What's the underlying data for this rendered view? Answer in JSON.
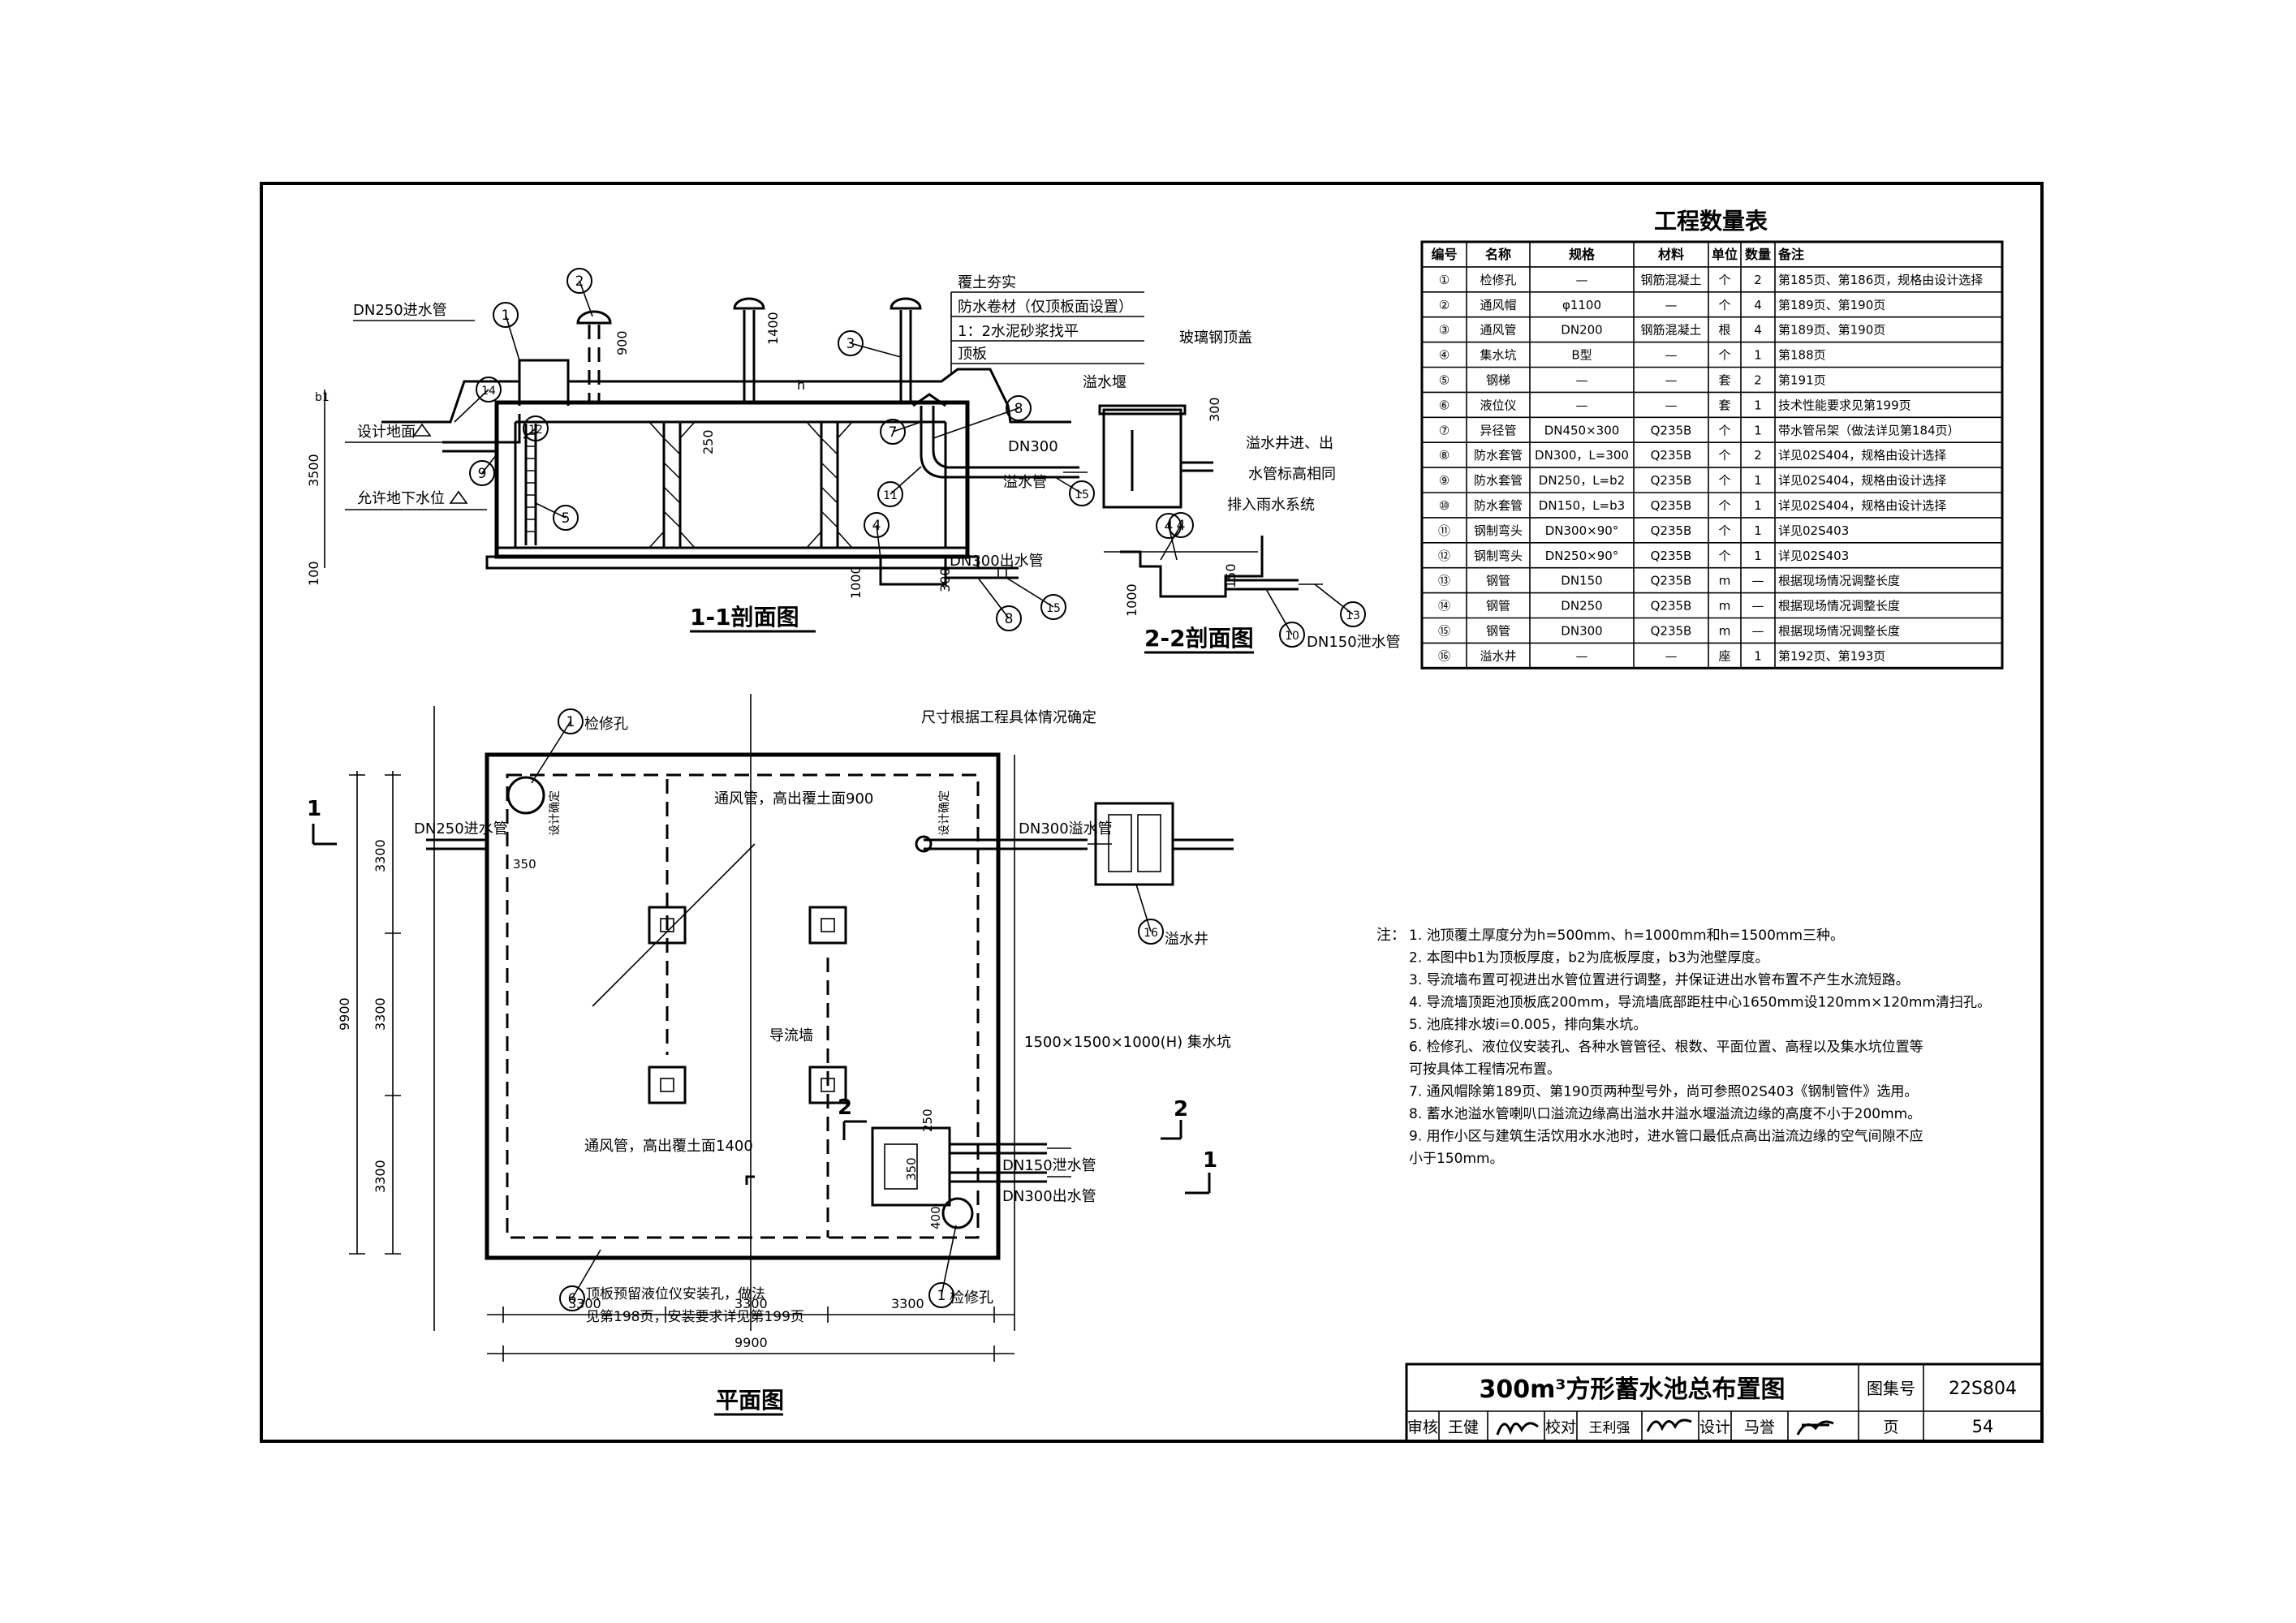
{
  "table": {
    "title": "工程数量表",
    "headers": [
      "编号",
      "名称",
      "规格",
      "材料",
      "单位",
      "数量",
      "备注"
    ],
    "rows": [
      [
        "①",
        "检修孔",
        "—",
        "钢筋混凝土",
        "个",
        "2",
        "第185页、第186页，规格由设计选择"
      ],
      [
        "②",
        "通风帽",
        "φ1100",
        "—",
        "个",
        "4",
        "第189页、第190页"
      ],
      [
        "③",
        "通风管",
        "DN200",
        "钢筋混凝土",
        "根",
        "4",
        "第189页、第190页"
      ],
      [
        "④",
        "集水坑",
        "B型",
        "—",
        "个",
        "1",
        "第188页"
      ],
      [
        "⑤",
        "钢梯",
        "—",
        "—",
        "套",
        "2",
        "第191页"
      ],
      [
        "⑥",
        "液位仪",
        "—",
        "—",
        "套",
        "1",
        "技术性能要求见第199页"
      ],
      [
        "⑦",
        "异径管",
        "DN450×300",
        "Q235B",
        "个",
        "1",
        "带水管吊架（做法详见第184页）"
      ],
      [
        "⑧",
        "防水套管",
        "DN300，L=300",
        "Q235B",
        "个",
        "2",
        "详见02S404，规格由设计选择"
      ],
      [
        "⑨",
        "防水套管",
        "DN250，L=b2",
        "Q235B",
        "个",
        "1",
        "详见02S404，规格由设计选择"
      ],
      [
        "⑩",
        "防水套管",
        "DN150，L=b3",
        "Q235B",
        "个",
        "1",
        "详见02S404，规格由设计选择"
      ],
      [
        "⑪",
        "钢制弯头",
        "DN300×90°",
        "Q235B",
        "个",
        "1",
        "详见02S403"
      ],
      [
        "⑫",
        "钢制弯头",
        "DN250×90°",
        "Q235B",
        "个",
        "1",
        "详见02S403"
      ],
      [
        "⑬",
        "钢管",
        "DN150",
        "Q235B",
        "m",
        "—",
        "根据现场情况调整长度"
      ],
      [
        "⑭",
        "钢管",
        "DN250",
        "Q235B",
        "m",
        "—",
        "根据现场情况调整长度"
      ],
      [
        "⑮",
        "钢管",
        "DN300",
        "Q235B",
        "m",
        "—",
        "根据现场情况调整长度"
      ],
      [
        "⑯",
        "溢水井",
        "—",
        "—",
        "座",
        "1",
        "第192页、第193页"
      ]
    ]
  },
  "notes": {
    "head": "注：",
    "items": [
      "1. 池顶覆土厚度分为h=500mm、h=1000mm和h=1500mm三种。",
      "2. 本图中b1为顶板厚度，b2为底板厚度，b3为池壁厚度。",
      "3. 导流墙布置可视进出水管位置进行调整，并保证进出水管布置不产生水流短路。",
      "4. 导流墙顶距池顶板底200mm，导流墙底部距柱中心1650mm设120mm×120mm清扫孔。",
      "5. 池底排水坡i=0.005，排向集水坑。",
      "6. 检修孔、液位仪安装孔、各种水管管径、根数、平面位置、高程以及集水坑位置等",
      "   可按具体工程情况布置。",
      "7. 通风帽除第189页、第190页两种型号外，尚可参照02S403《钢制管件》选用。",
      "8. 蓄水池溢水管喇叭口溢流边缘高出溢水井溢水堰溢流边缘的高度不小于200mm。",
      "9. 用作小区与建筑生活饮用水水池时，进水管口最低点高出溢流边缘的空气间隙不应",
      "   小于150mm。"
    ]
  },
  "title_block": {
    "title": "300m³方形蓄水池总布置图",
    "atlas_label": "图集号",
    "atlas_no": "22S804",
    "review_label": "审核",
    "reviewer": "王健",
    "check_label": "校对",
    "checker": "王利强",
    "design_label": "设计",
    "designer": "马誉",
    "page_label": "页",
    "page_no": "54"
  },
  "section11": {
    "title": "1-1剖面图",
    "layers": [
      "覆土夯实",
      "防水卷材（仅顶板面设置）",
      "1：2水泥砂浆找平",
      "顶板"
    ],
    "in_pipe": "DN250进水管",
    "design_ground": "设计地面",
    "groundwater": "允许地下水位",
    "frp_cover": "玻璃钢顶盖",
    "weir": "溢水堰",
    "dn300": "DN300",
    "overflow_pipe": "溢水管",
    "outlet": "DN300出水管",
    "to_well_1": "溢水井进、出",
    "to_well_2": "水管标高相同",
    "to_rain": "排入雨水系统",
    "dims": {
      "d3500": "3500",
      "d100": "100",
      "d900": "900",
      "d1400": "1400",
      "d250": "250",
      "d1000": "1000",
      "d300": "300",
      "d300b": "300",
      "h": "h",
      "b1": "b1"
    },
    "tags": [
      "1",
      "2",
      "3",
      "14",
      "12",
      "9",
      "5",
      "7",
      "8",
      "11",
      "15",
      "4",
      "4",
      "8",
      "15"
    ]
  },
  "section22": {
    "title": "2-2剖面图",
    "drain": "DN150泄水管",
    "dims": {
      "d1000": "1000",
      "d150": "150"
    },
    "tags": [
      "4",
      "10",
      "13"
    ]
  },
  "plan": {
    "title": "平面图",
    "manhole": "检修孔",
    "manhole2": "检修孔",
    "in_pipe": "DN250进水管",
    "vent_900": "通风管，高出覆土面900",
    "vent_1400": "通风管，高出覆土面1400",
    "wall": "导流墙",
    "sump": "1500×1500×1000(H) 集水坑",
    "drain": "DN150泄水管",
    "outlet": "DN300出水管",
    "overflow": "DN300溢水管",
    "overflow_well": "溢水井",
    "size_note": "尺寸根据工程具体情况确定",
    "design_fix": "设计确定",
    "level_note_1": "顶板预留液位仪安装孔，做法",
    "level_note_2": "见第198页，安装要求详见第199页",
    "dims": {
      "d3300a": "3300",
      "d3300b": "3300",
      "d3300c": "3300",
      "d9900": "9900",
      "h3300a": "3300",
      "h3300b": "3300",
      "h3300c": "3300",
      "h9900": "9900",
      "d350": "350",
      "d250": "250",
      "d350b": "350",
      "d400": "400"
    },
    "section_marks": [
      "1",
      "1",
      "2",
      "2"
    ],
    "tags": [
      "1",
      "1",
      "6",
      "16"
    ]
  }
}
